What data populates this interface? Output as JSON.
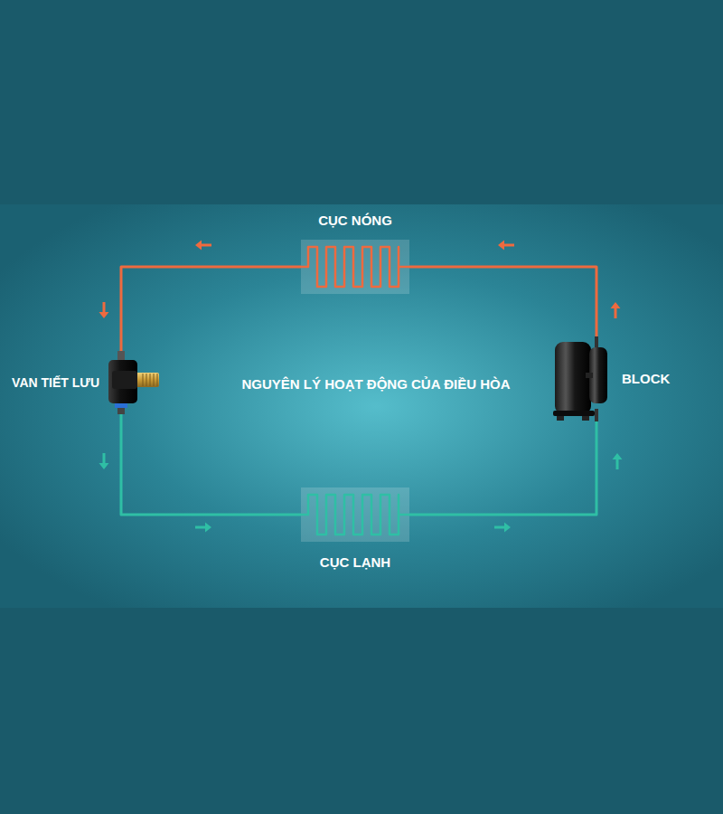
{
  "diagram": {
    "title": "NGUYÊN LÝ HOẠT ĐỘNG CỦA ĐIỀU HÒA",
    "nodes": [
      {
        "text": [
          "CỤC NÓNG"
        ]
      },
      {
        "text": [
          "VAN TIẾT LƯU"
        ]
      },
      {
        "text": [
          "BLOCK"
        ]
      },
      {
        "text": [
          "CỤC LẠNH"
        ]
      }
    ],
    "edges": [
      {
        "from": 2,
        "to": 0,
        "arrow": "to"
      },
      {
        "from": 0,
        "to": 1,
        "arrow": "to"
      },
      {
        "from": 1,
        "to": 3,
        "arrow": "to"
      },
      {
        "from": 3,
        "to": 2,
        "arrow": "to"
      }
    ]
  }
}
